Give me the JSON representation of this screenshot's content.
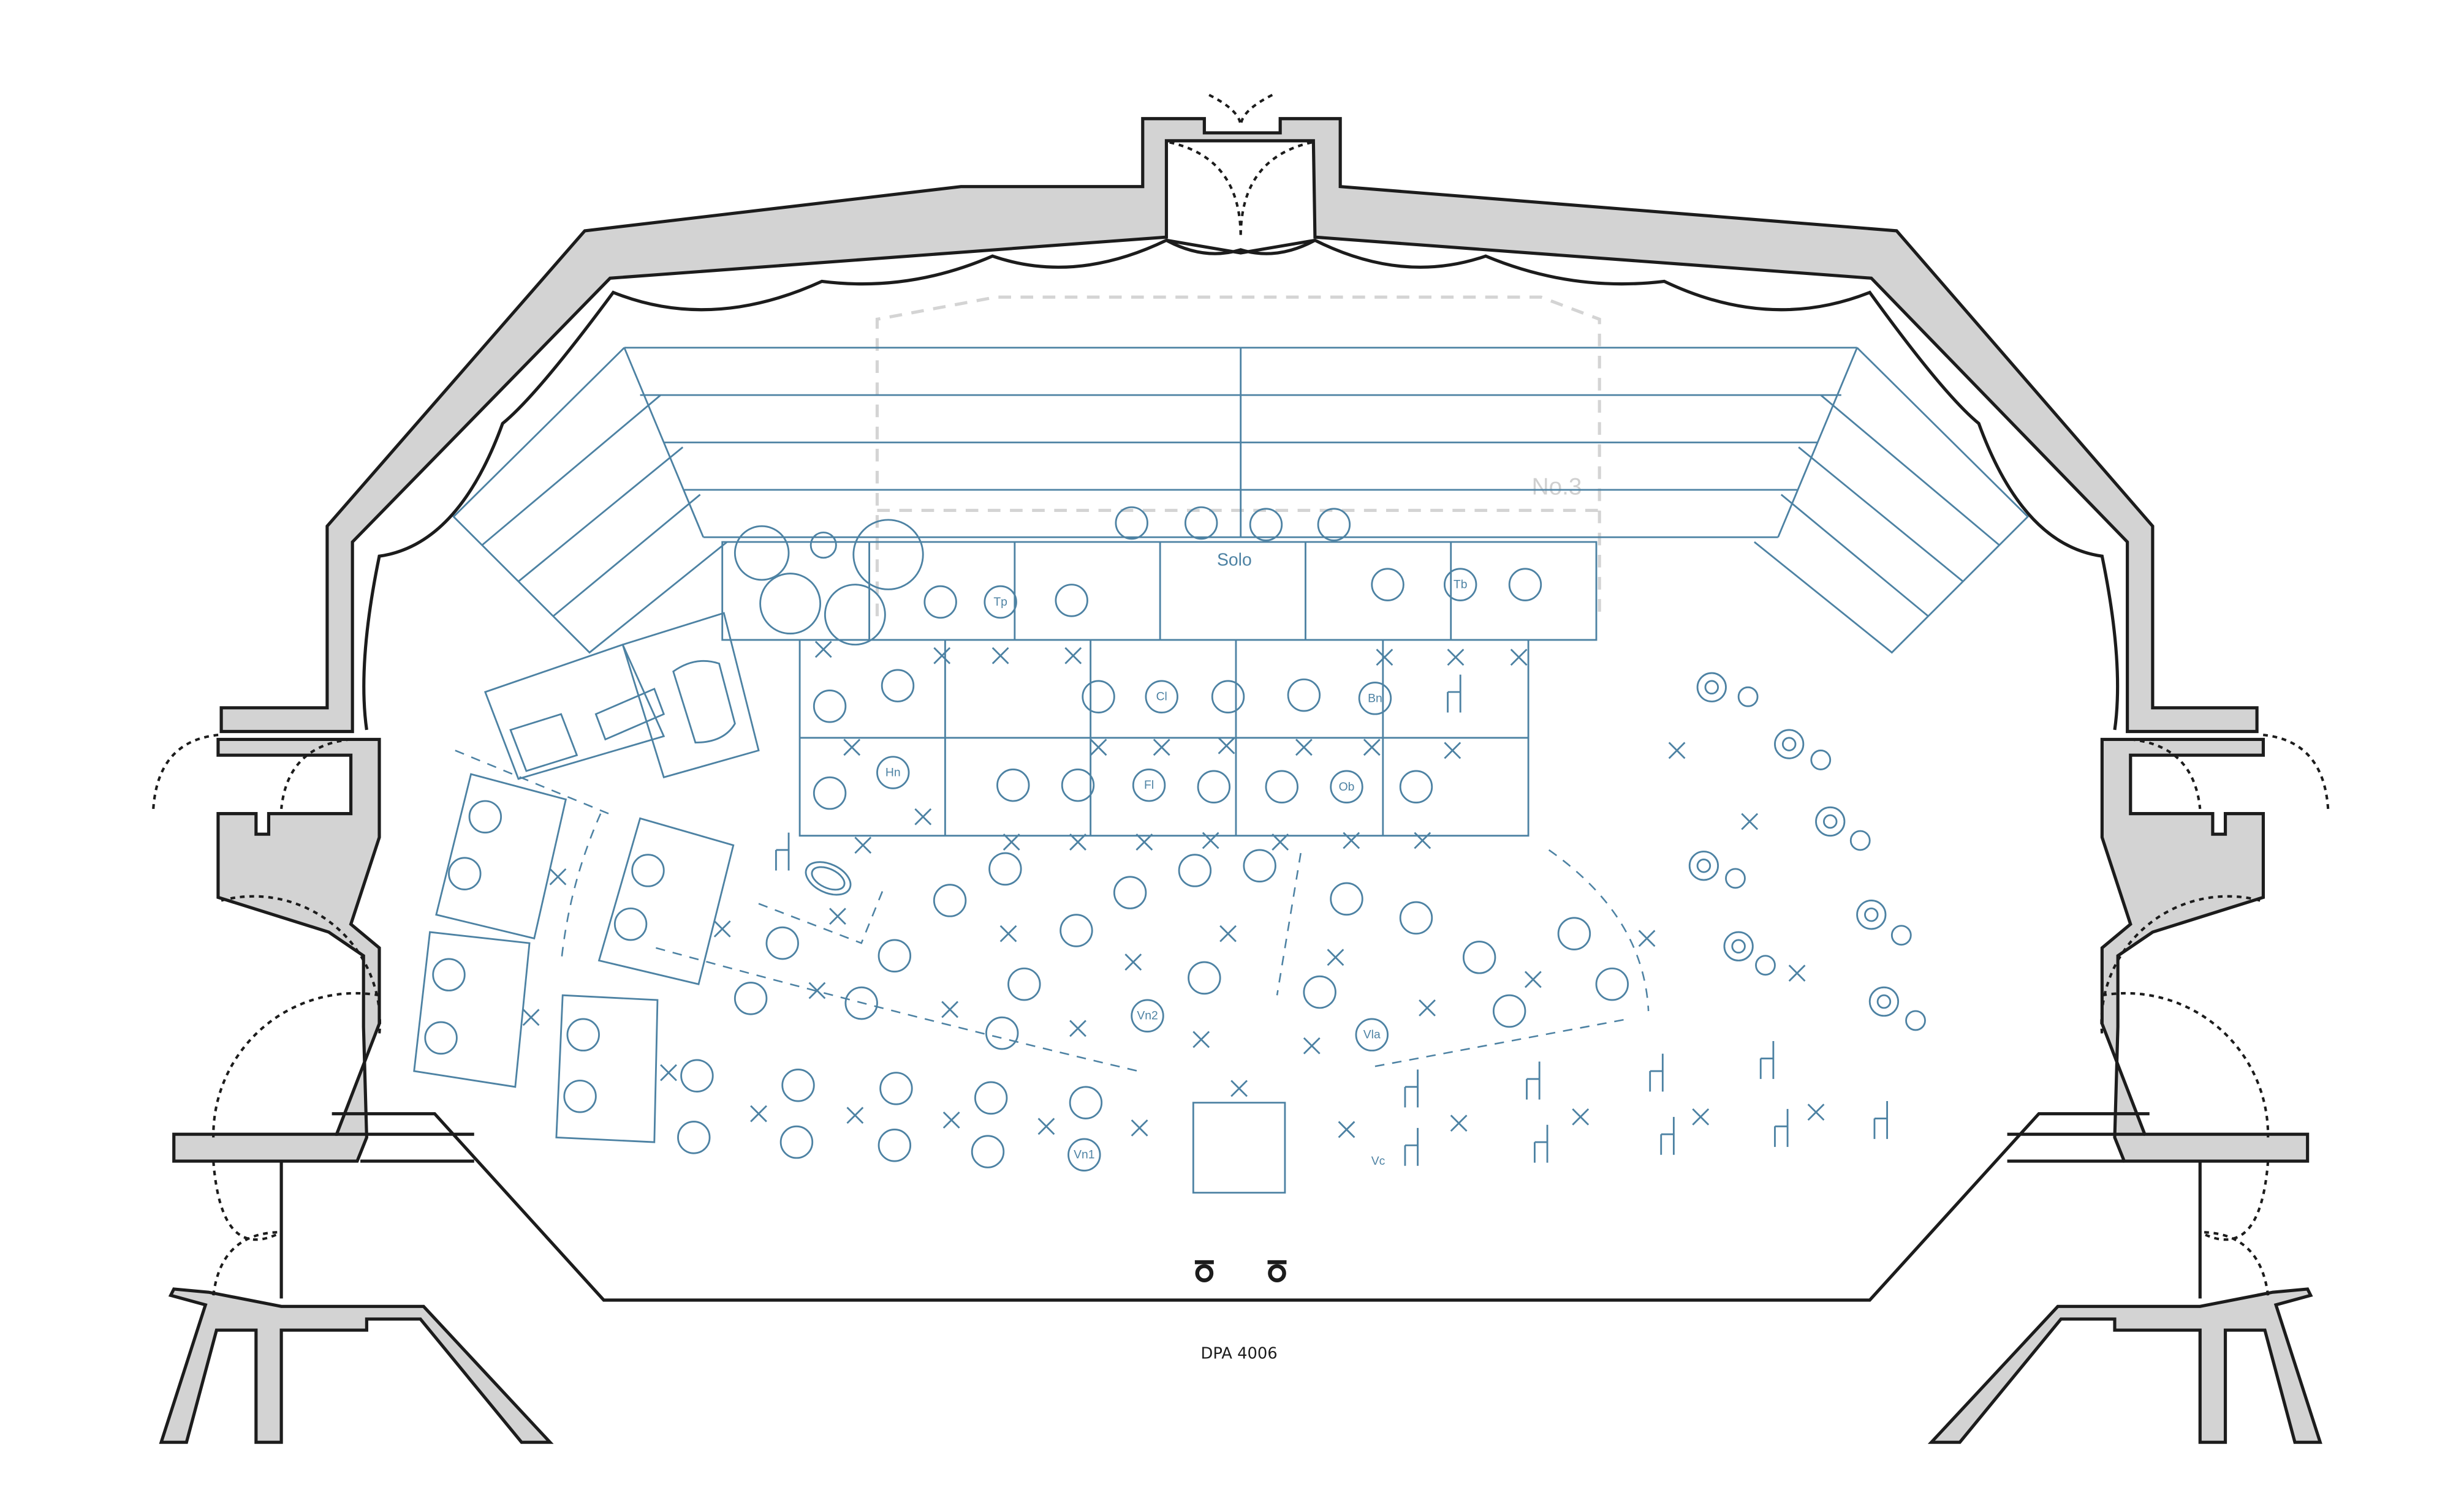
{
  "diagram": {
    "layout_label": "No.3",
    "solo_label": "Solo",
    "microphone_label": "DPA 4006",
    "sections": {
      "trumpet": "Tp",
      "trombone": "Tb",
      "clarinet": "Cl",
      "bassoon": "Bn",
      "horn": "Hn",
      "flute": "Fl",
      "oboe": "Ob",
      "violin2": "Vn2",
      "viola": "Vla",
      "violin1": "Vn1",
      "cello": "Vc"
    },
    "colors": {
      "wall": "#d3d3d3",
      "outline": "#1c1c1c",
      "stage": "#4d82a3",
      "layout_outline": "#d4d4d4"
    }
  }
}
